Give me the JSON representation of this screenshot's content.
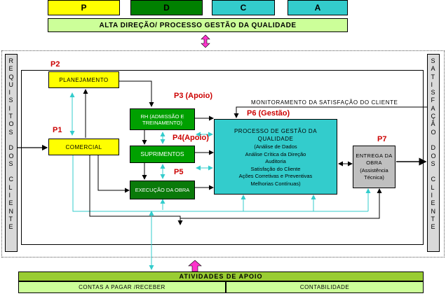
{
  "pdca": [
    "P",
    "D",
    "C",
    "A"
  ],
  "colors": {
    "p": "#ffff00",
    "d": "#008000",
    "c": "#33cccc",
    "a": "#33cccc"
  },
  "header": "ALTA DIREÇÃO/ PROCESSO GESTÃO DA QUALIDADE",
  "left_vertical": "REQUISITOS DOS CLIENTE",
  "right_vertical": "SATISFAÇÃO DOS CLIENTE",
  "labels": {
    "p1": "P1",
    "p2": "P2",
    "p3": "P3 (Apoio)",
    "p4": "P4(Apoio)",
    "p5": "P5",
    "p6": "P6 (Gestão)",
    "p7": "P7"
  },
  "boxes": {
    "planejamento": "PLANEJAMENTO",
    "comercial": "COMERCIAL",
    "rh": "RH (ADMISSÃO E TREINAMENTO)",
    "suprimentos": "SUPRIMENTOS",
    "execucao": "EXECUÇÃO DA OBRA",
    "entrega_title": "ENTREGA DA OBRA",
    "entrega_sub": "(Assistência Técnica)"
  },
  "gestao": {
    "title": "PROCESSO DE GESTÃO DA QUALIDADE",
    "items": [
      "(Análise de Dados",
      "Análise Crítica da Direção",
      "Auditoria",
      "Satisfação do Cliente",
      "Ações Corretivas e Preventivas",
      "Melhorias Contínuas)"
    ]
  },
  "monitoramento": "MONITORAMENTO DA SATISFAÇÃO DO CLIENTE",
  "apoio": {
    "title": "ATIVIDADES DE APOIO",
    "left": "CONTAS A PAGAR /RECEBER",
    "right": "CONTABILIDADE"
  }
}
